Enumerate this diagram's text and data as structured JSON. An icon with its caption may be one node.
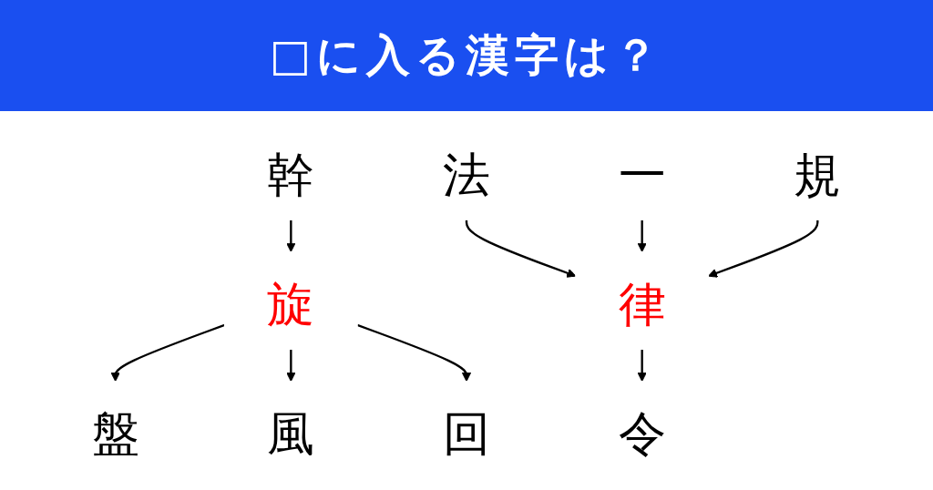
{
  "diagram": {
    "title": "□に入る漢字は？",
    "nodes": [
      {
        "text": [
          "幹"
        ]
      },
      {
        "text": [
          "盤"
        ]
      },
      {
        "text": [
          "旋"
        ]
      },
      {
        "text": [
          "風"
        ]
      },
      {
        "text": [
          "回"
        ]
      },
      {
        "text": [
          "法"
        ]
      },
      {
        "text": [
          "一"
        ]
      },
      {
        "text": [
          "律"
        ]
      },
      {
        "text": [
          "規"
        ]
      },
      {
        "text": [
          "令"
        ]
      }
    ],
    "edges": [
      {
        "from": 0,
        "to": 2,
        "arrow": "to"
      },
      {
        "from": 2,
        "to": 1,
        "arrow": "to"
      },
      {
        "from": 2,
        "to": 3,
        "arrow": "to"
      },
      {
        "from": 2,
        "to": 4,
        "arrow": "to"
      },
      {
        "from": 5,
        "to": 7,
        "arrow": "to"
      },
      {
        "from": 6,
        "to": 7,
        "arrow": "to"
      },
      {
        "from": 8,
        "to": 7,
        "arrow": "to"
      },
      {
        "from": 7,
        "to": 9,
        "arrow": "to"
      }
    ]
  }
}
